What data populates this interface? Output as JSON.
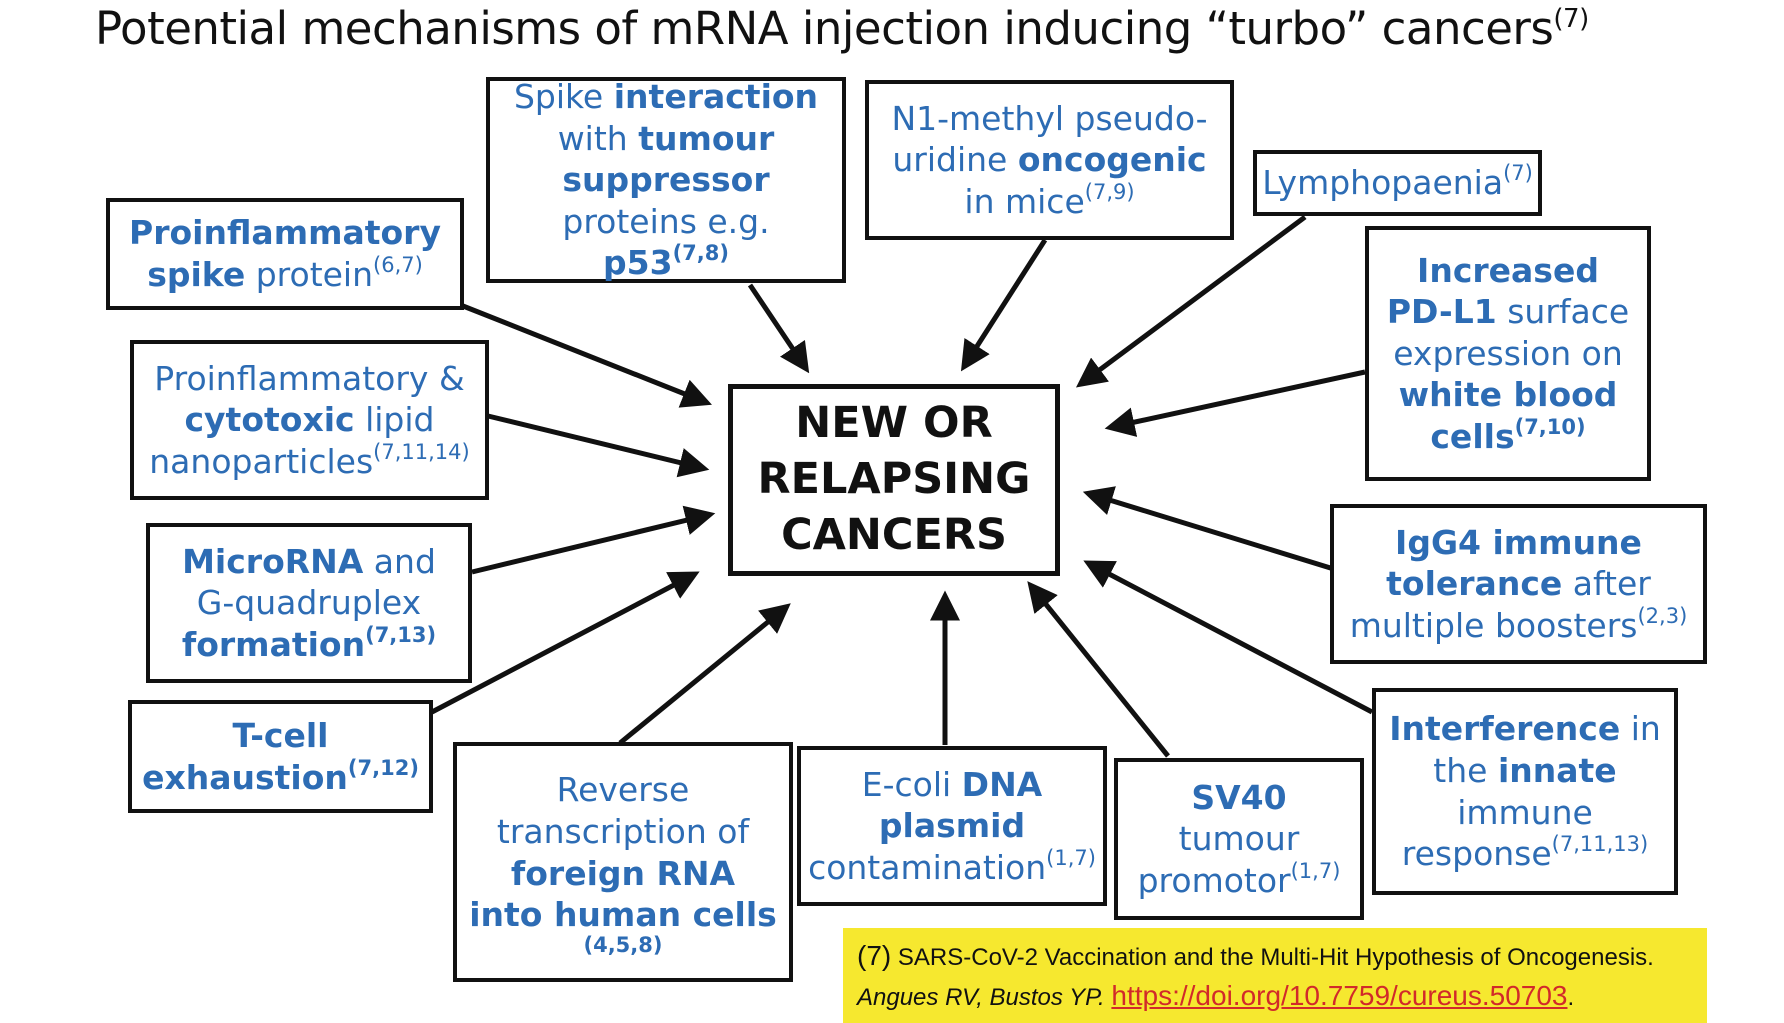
{
  "title": "Potential mechanisms of mRNA injection inducing “turbo” cancers",
  "title_ref": "(7)",
  "center": [
    "NEW OR",
    "RELAPSING",
    "CANCERS"
  ],
  "boxes": {
    "spike_interaction": {
      "t1": "Spike ",
      "b1": "interaction",
      "t2": "with ",
      "b2": "tumour",
      "b3": "suppressor",
      "t3": "proteins e.g. ",
      "b4": "p53",
      "ref": "(7,8)"
    },
    "n1_methyl": {
      "t1": "N1-methyl pseudo-",
      "t2": "uridine ",
      "b1": "oncogenic",
      "t3": "in mice",
      "ref": "(7,9)"
    },
    "lymphopaenia": {
      "t1": "Lymphopaenia",
      "ref": "(7)"
    },
    "proinflammatory_spike": {
      "b1": "Proinflammatory",
      "b2": "spike",
      "t1": " protein",
      "ref": "(6,7)"
    },
    "lipid_nanoparticles": {
      "t1": "Proinflammatory &",
      "b1": "cytotoxic",
      "t2": " lipid",
      "t3": "nanoparticles",
      "ref": "(7,11,14)"
    },
    "microrna": {
      "b1": "MicroRNA",
      "t1": " and",
      "t2": "G-quadruplex",
      "b2": "formation",
      "ref": "(7,13)"
    },
    "tcell": {
      "b1": "T-cell",
      "b2": "exhaustion",
      "ref": "(7,12)"
    },
    "reverse_transcription": {
      "t1": "Reverse",
      "t2": "transcription of",
      "b1": "foreign RNA",
      "b2": "into human cells",
      "ref": "(4,5,8)"
    },
    "ecoli": {
      "t1": "E-coli ",
      "b1": "DNA",
      "b2": "plasmid",
      "t2": "contamination",
      "ref": "(1,7)"
    },
    "sv40": {
      "b1": "SV40",
      "t1": "tumour",
      "t2": "promotor",
      "ref": "(1,7)"
    },
    "pdl1": {
      "b1": "Increased",
      "b2": "PD-L1",
      "t1": " surface",
      "t2": "expression on",
      "b3": "white blood",
      "b4": "cells",
      "ref": "(7,10)"
    },
    "igg4": {
      "b1": "IgG4 immune",
      "b2": "tolerance",
      "t1": " after",
      "t2": "multiple boosters",
      "ref": "(2,3)"
    },
    "interference": {
      "b1": "Interference",
      "t1": " in",
      "t2": "the ",
      "b2": "innate",
      "t3": "immune",
      "t4": "response",
      "ref": "(7,11,13)"
    }
  },
  "citation": {
    "num": "(7)",
    "title": " SARS-CoV-2 Vaccination and the Multi-Hit Hypothesis of Oncogenesis.",
    "authors": "Angues RV, Bustos YP. ",
    "link": "https://doi.org/10.7759/cureus.50703",
    "period": "."
  },
  "colors": {
    "box_text": "#2d6cb4",
    "highlight": "#f6e82f",
    "link": "#d12a2a"
  }
}
